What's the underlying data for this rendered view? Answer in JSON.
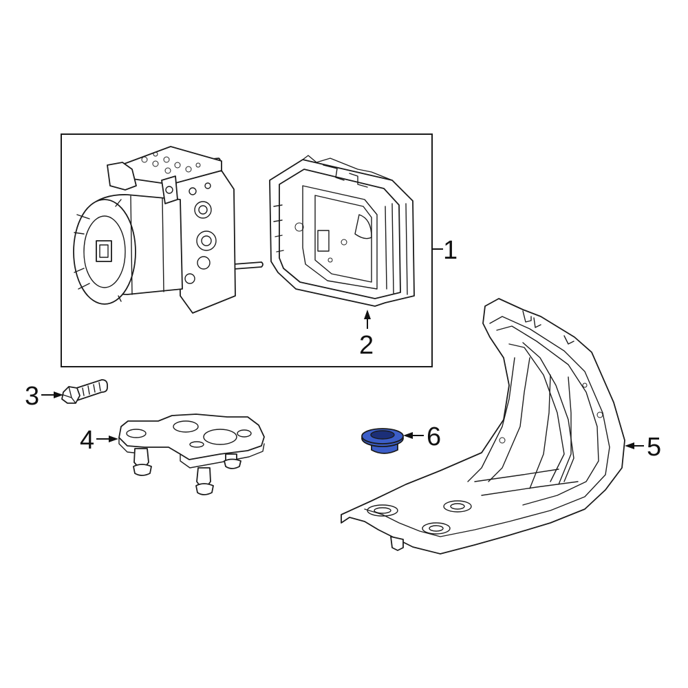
{
  "diagram": {
    "highlight_color": "#3c5ec8",
    "line_color": "#1a1a1a",
    "background": "#ffffff",
    "callouts": [
      {
        "id": "1",
        "label": "1",
        "part": "abs-modulator-assembly"
      },
      {
        "id": "2",
        "label": "2",
        "part": "control-module"
      },
      {
        "id": "3",
        "label": "3",
        "part": "bolt"
      },
      {
        "id": "4",
        "label": "4",
        "part": "mounting-bracket"
      },
      {
        "id": "5",
        "label": "5",
        "part": "support-bracket"
      },
      {
        "id": "6",
        "label": "6",
        "part": "insulator-grommet"
      }
    ]
  }
}
